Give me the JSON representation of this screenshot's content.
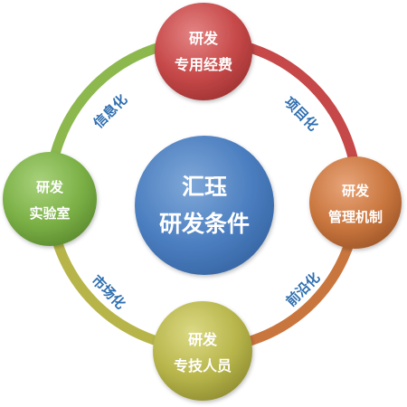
{
  "center": {
    "line1": "汇珏",
    "line2": "研发条件",
    "color": "#4a7dbf"
  },
  "nodes": {
    "top": {
      "line1": "研发",
      "line2": "专用经费",
      "color": "#c64848"
    },
    "right": {
      "line1": "研发",
      "line2": "管理机制",
      "color": "#c9763e"
    },
    "bottom": {
      "line1": "研发",
      "line2": "专技人员",
      "color": "#b7b54a"
    },
    "left": {
      "line1": "研发",
      "line2": "实验室",
      "color": "#7bb046"
    }
  },
  "ring_labels": {
    "top_right": "项目化",
    "bottom_right": "前沿化",
    "bottom_left": "市场化",
    "top_left": "信息化"
  }
}
